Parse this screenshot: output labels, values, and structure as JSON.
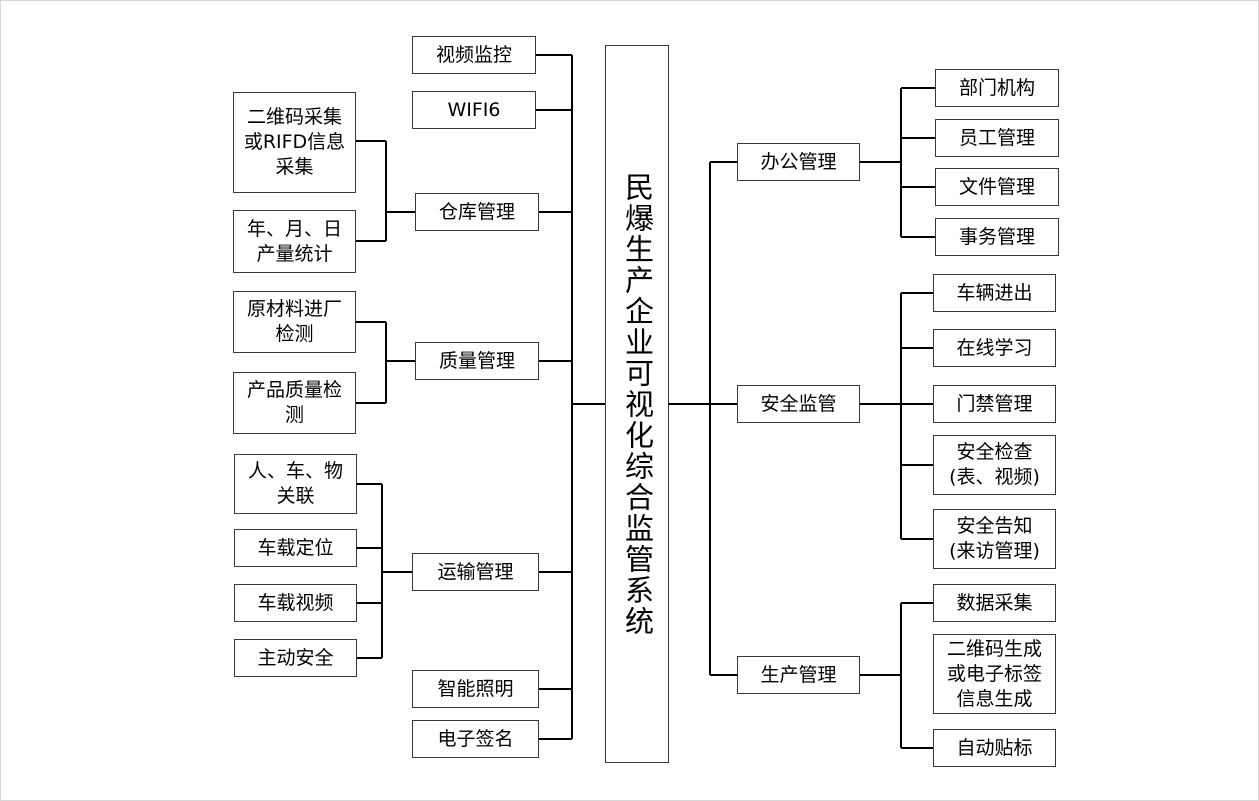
{
  "colors": {
    "line": "#000000",
    "box_border": "#3a3a3a",
    "background": "#ffffff"
  },
  "center": {
    "title": "民爆生产企业可视化综合监管系统"
  },
  "left": {
    "video_monitoring": "视频监控",
    "wifi6": "WIFI6",
    "warehouse": {
      "label": "仓库管理",
      "children": [
        "二维码采集\n或RIFD信息\n采集",
        "年、月、日\n产量统计"
      ]
    },
    "quality": {
      "label": "质量管理",
      "children": [
        "原材料进厂\n检测",
        "产品质量检\n测"
      ]
    },
    "transport": {
      "label": "运输管理",
      "children": [
        "人、车、物\n关联",
        "车载定位",
        "车载视频",
        "主动安全"
      ]
    },
    "lighting": "智能照明",
    "e_signature": "电子签名"
  },
  "right": {
    "office": {
      "label": "办公管理",
      "children": [
        "部门机构",
        "员工管理",
        "文件管理",
        "事务管理"
      ]
    },
    "safety": {
      "label": "安全监管",
      "children": [
        "车辆进出",
        "在线学习",
        "门禁管理",
        "安全检查\n(表、视频)",
        "安全告知\n(来访管理)"
      ]
    },
    "production": {
      "label": "生产管理",
      "children": [
        "数据采集",
        "二维码生成\n或电子标签\n信息生成",
        "自动贴标"
      ]
    }
  }
}
